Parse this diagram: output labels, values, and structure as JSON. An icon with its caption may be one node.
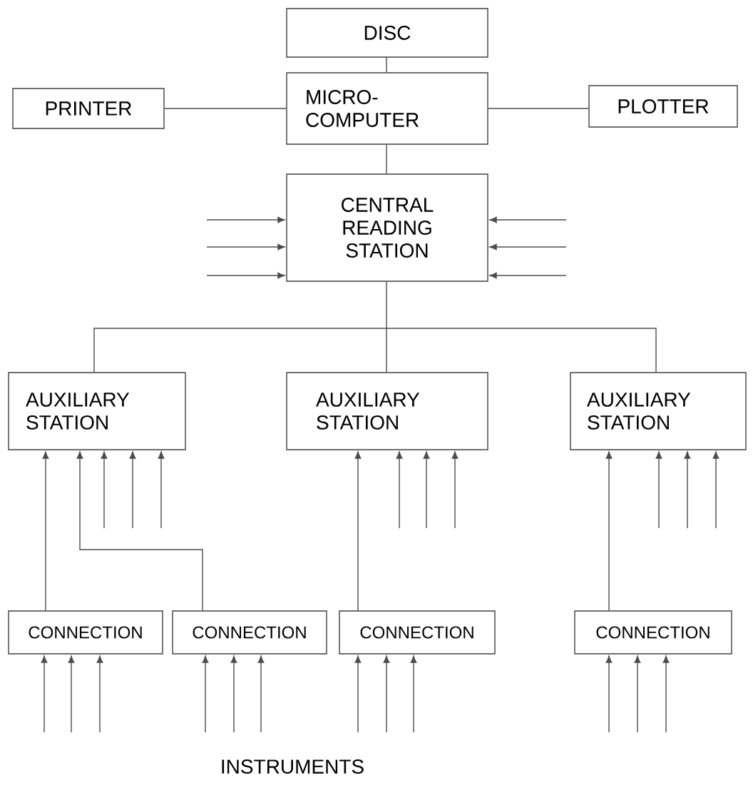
{
  "diagram": {
    "nodes": [
      {
        "text": [
          "DISC"
        ]
      },
      {
        "text": [
          "PRINTER"
        ]
      },
      {
        "text": [
          "MICRO- COMPUTER"
        ]
      },
      {
        "text": [
          "PLOTTER"
        ]
      },
      {
        "text": [
          "CENTRAL READING STATION"
        ]
      },
      {
        "text": [
          "AUXILIARY STATION"
        ]
      },
      {
        "text": [
          "AUXILIARY STATION"
        ]
      },
      {
        "text": [
          "AUXILIARY STATION"
        ]
      },
      {
        "text": [
          "CONNECTION"
        ]
      },
      {
        "text": [
          "CONNECTION"
        ]
      },
      {
        "text": [
          "CONNECTION"
        ]
      },
      {
        "text": [
          "CONNECTION"
        ]
      }
    ],
    "edges": [
      {
        "from": 0,
        "to": 2,
        "arrow": "none"
      },
      {
        "from": 1,
        "to": 2,
        "arrow": "none"
      },
      {
        "from": 2,
        "to": 3,
        "arrow": "none"
      },
      {
        "from": 2,
        "to": 4,
        "arrow": "none"
      },
      {
        "from": 4,
        "to": 5,
        "arrow": "none"
      },
      {
        "from": 4,
        "to": 6,
        "arrow": "none"
      },
      {
        "from": 4,
        "to": 7,
        "arrow": "none"
      },
      {
        "from": null,
        "to": 4,
        "arrow": "to"
      },
      {
        "from": null,
        "to": 4,
        "arrow": "to"
      },
      {
        "from": null,
        "to": 4,
        "arrow": "to"
      },
      {
        "from": null,
        "to": 4,
        "arrow": "to"
      },
      {
        "from": null,
        "to": 4,
        "arrow": "to"
      },
      {
        "from": null,
        "to": 4,
        "arrow": "to"
      },
      {
        "from": 8,
        "to": 5,
        "arrow": "to"
      },
      {
        "from": 9,
        "to": 5,
        "arrow": "to"
      },
      {
        "from": null,
        "to": 5,
        "arrow": "to"
      },
      {
        "from": null,
        "to": 5,
        "arrow": "to"
      },
      {
        "from": null,
        "to": 5,
        "arrow": "to"
      },
      {
        "from": 10,
        "to": 6,
        "arrow": "to"
      },
      {
        "from": null,
        "to": 6,
        "arrow": "to"
      },
      {
        "from": null,
        "to": 6,
        "arrow": "to"
      },
      {
        "from": null,
        "to": 6,
        "arrow": "to"
      },
      {
        "from": 11,
        "to": 7,
        "arrow": "to"
      },
      {
        "from": null,
        "to": 7,
        "arrow": "to"
      },
      {
        "from": null,
        "to": 7,
        "arrow": "to"
      },
      {
        "from": null,
        "to": 7,
        "arrow": "to"
      },
      {
        "from": null,
        "to": 8,
        "arrow": "to"
      },
      {
        "from": null,
        "to": 8,
        "arrow": "to"
      },
      {
        "from": null,
        "to": 8,
        "arrow": "to"
      },
      {
        "from": null,
        "to": 9,
        "arrow": "to"
      },
      {
        "from": null,
        "to": 9,
        "arrow": "to"
      },
      {
        "from": null,
        "to": 9,
        "arrow": "to"
      },
      {
        "from": null,
        "to": 10,
        "arrow": "to"
      },
      {
        "from": null,
        "to": 10,
        "arrow": "to"
      },
      {
        "from": null,
        "to": 10,
        "arrow": "to"
      },
      {
        "from": null,
        "to": 11,
        "arrow": "to"
      },
      {
        "from": null,
        "to": 11,
        "arrow": "to"
      },
      {
        "from": null,
        "to": 11,
        "arrow": "to"
      }
    ],
    "labels": [
      "INSTRUMENTS"
    ]
  }
}
